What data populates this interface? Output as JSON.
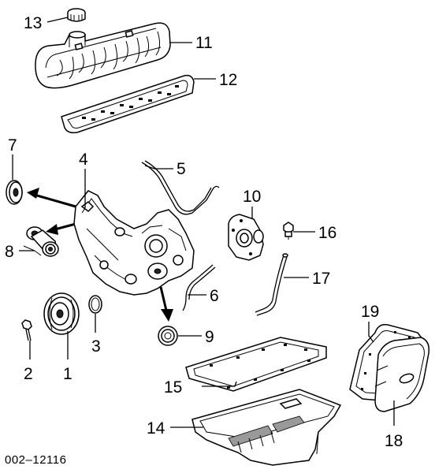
{
  "callouts": [
    {
      "id": "c1",
      "text": "1"
    },
    {
      "id": "c2",
      "text": "2"
    },
    {
      "id": "c3",
      "text": "3"
    },
    {
      "id": "c4",
      "text": "4"
    },
    {
      "id": "c5",
      "text": "5"
    },
    {
      "id": "c6",
      "text": "6"
    },
    {
      "id": "c7",
      "text": "7"
    },
    {
      "id": "c8",
      "text": "8"
    },
    {
      "id": "c9",
      "text": "9"
    },
    {
      "id": "c10",
      "text": "10"
    },
    {
      "id": "c11",
      "text": "11"
    },
    {
      "id": "c12",
      "text": "12"
    },
    {
      "id": "c13",
      "text": "13"
    },
    {
      "id": "c14",
      "text": "14"
    },
    {
      "id": "c15",
      "text": "15"
    },
    {
      "id": "c16",
      "text": "16"
    },
    {
      "id": "c17",
      "text": "17"
    },
    {
      "id": "c18",
      "text": "18"
    },
    {
      "id": "c19",
      "text": "19"
    }
  ],
  "figure_code": "002‒12116"
}
